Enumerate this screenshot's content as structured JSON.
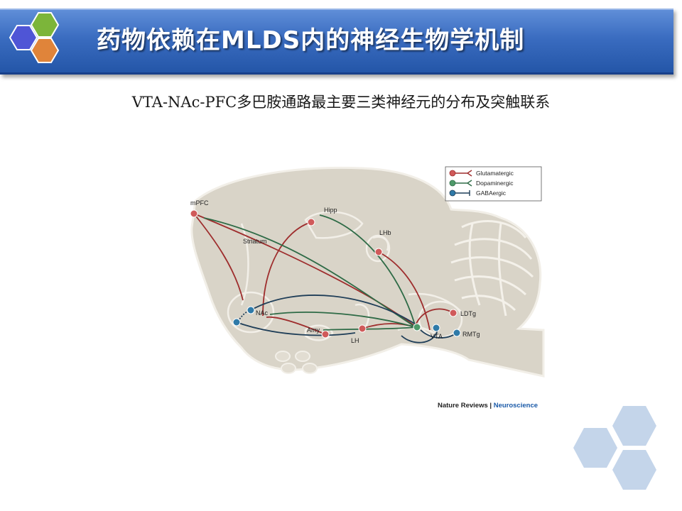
{
  "header": {
    "title": "药物依赖在MLDS内的神经生物学机制",
    "colors": {
      "bar": "#2f63b6",
      "hex_blue": "#4f55d6",
      "hex_green": "#7cb53a",
      "hex_orange": "#e0843a"
    }
  },
  "subtitle": "VTA-NAc-PFC多巴胺通路最主要三类神经元的分布及突触联系",
  "figure": {
    "regions": {
      "mpfc": "mPFC",
      "hipp": "Hipp",
      "striatum": "Striatum",
      "lhb": "LHb",
      "nac": "NAc",
      "amy": "Amy",
      "lh": "LH",
      "ldtg": "LDTg",
      "vta": "VTA",
      "rmtg": "RMTg"
    },
    "legend": {
      "glutamatergic": "Glutamatergic",
      "dopaminergic": "Dopaminergic",
      "gabaergic": "GABAergic"
    },
    "colors": {
      "glutamatergic": "#9e2d2d",
      "dopaminergic": "#2e6b46",
      "gabaergic": "#1f3e58",
      "brain_fill": "#d9d4c8",
      "brain_outline": "#f2efe8"
    },
    "credit_journal": "Nature Reviews",
    "credit_separator": " | ",
    "credit_section": "Neuroscience"
  },
  "decoration": {
    "hex_color": "#c4d5ea"
  }
}
